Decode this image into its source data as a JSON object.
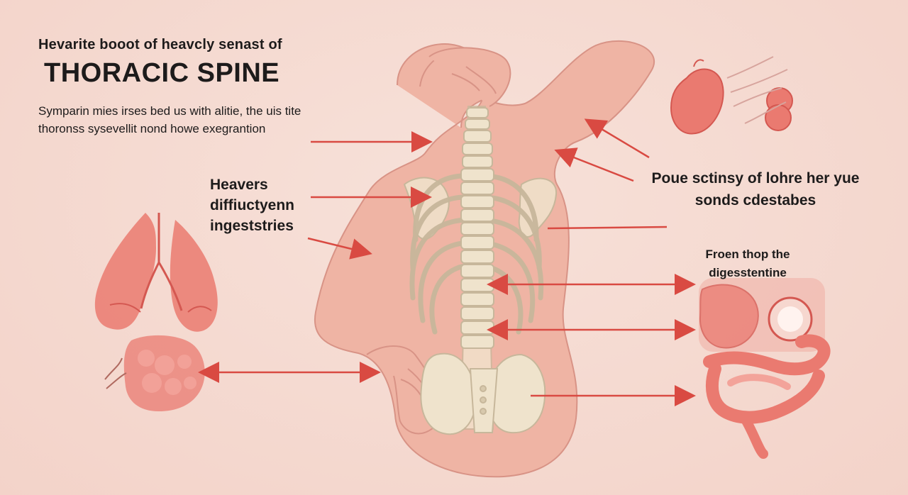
{
  "texts": {
    "subtitle": "Hevarite booot of heavcly senast of",
    "title": "THORACIC SPINE",
    "description_lines": [
      "Symparin mies irses bed us with alitie, the uis tite",
      "thoronss sysevellit nond howe exegrantion"
    ],
    "left_label_lines": [
      "Heavers",
      "diffiuctyenn",
      "ingeststries"
    ],
    "right_label_lines": [
      "Poue sctinsy of lohre her yue",
      "sonds cdestabes"
    ],
    "digestive_label_lines": [
      "Froen thop the",
      "digesstentine"
    ]
  },
  "colors": {
    "background": "#f5d8cf",
    "skin": "#efb4a4",
    "bone": "#efe3cc",
    "bone_outline": "#c7b79b",
    "arrow": "#d94a42",
    "organ": "#ea7a70",
    "organ_dark": "#d45851",
    "text": "#1d1b1b"
  },
  "icons": {
    "lungs": "lungs-illustration",
    "heart": "heart-illustration",
    "stomach": "stomach-illustration",
    "intestines": "intestines-illustration",
    "arrows": "arrow-right-icon"
  }
}
